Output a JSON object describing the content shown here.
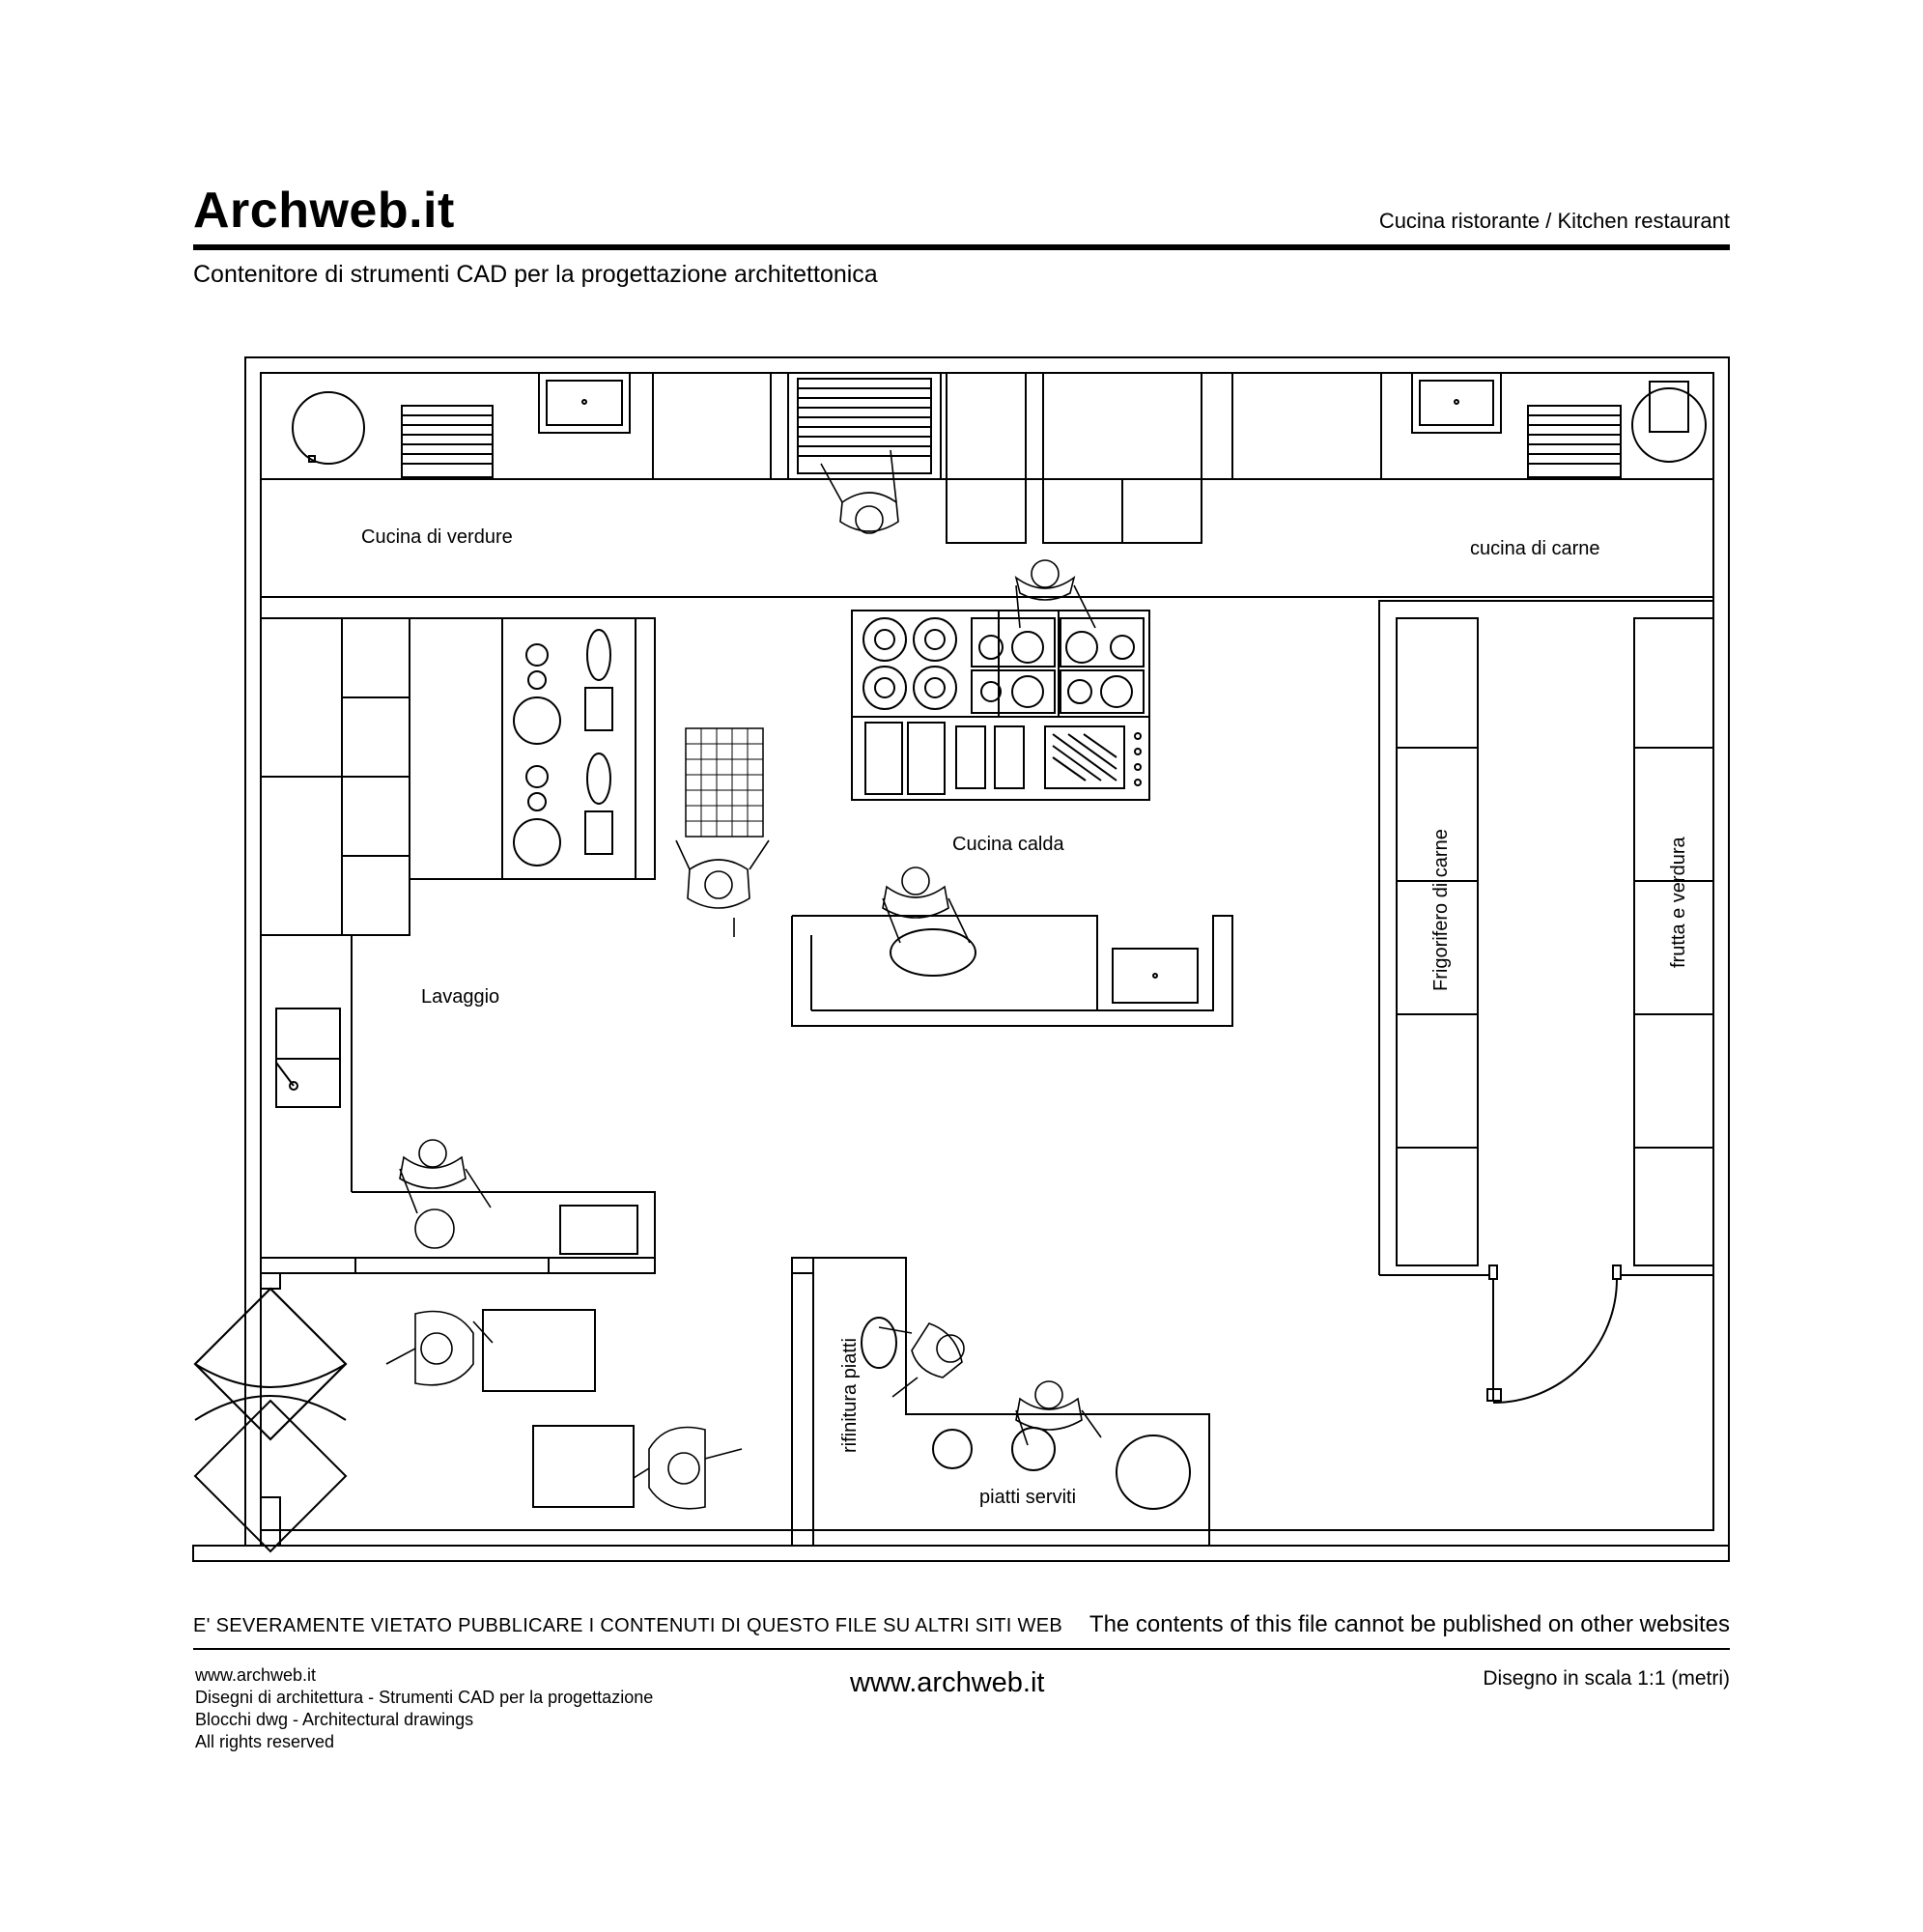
{
  "header": {
    "logo": "Archweb.it",
    "drawing_title": "Cucina ristorante  /  Kitchen restaurant",
    "tagline": "Contenitore di strumenti CAD per la progettazione architettonica"
  },
  "plan": {
    "labels": {
      "cucina_verdure": "Cucina di verdure",
      "cucina_carne": "cucina di carne",
      "cucina_calda": "Cucina calda",
      "lavaggio": "Lavaggio",
      "frigorifero": "Frigorifero di carne",
      "frutta_verdura": "frutta e verdura",
      "rifinitura": "rifinitura piatti",
      "piatti_serviti": "piatti serviti"
    }
  },
  "footer": {
    "warning_it": "E' SEVERAMENTE VIETATO PUBBLICARE I CONTENUTI DI QUESTO FILE SU ALTRI SITI WEB",
    "warning_en": "The contents of this file cannot be published on other websites",
    "lines": [
      "www.archweb.it",
      "Disegni di architettura - Strumenti CAD  per la progettazione",
      "Blocchi dwg - Architectural drawings",
      "All rights reserved"
    ],
    "site": "www.archweb.it",
    "scale": "Disegno in scala 1:1 (metri)"
  }
}
